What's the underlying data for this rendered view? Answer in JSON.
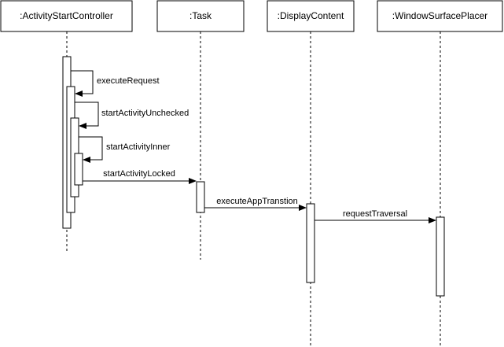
{
  "diagram": {
    "type": "sequence",
    "colors": {
      "line": "#000000",
      "box_fill": "#ffffff",
      "text": "#000000"
    },
    "participants": [
      {
        "id": "asc",
        "label": ":ActivityStartController"
      },
      {
        "id": "task",
        "label": ":Task"
      },
      {
        "id": "dc",
        "label": ":DisplayContent"
      },
      {
        "id": "wsp",
        "label": ":WindowSurfacePlacer"
      }
    ],
    "messages": [
      {
        "label": "executeRequest",
        "from": ":ActivityStartController",
        "to": ":ActivityStartController",
        "kind": "self"
      },
      {
        "label": "startActivityUnchecked",
        "from": ":ActivityStartController",
        "to": ":ActivityStartController",
        "kind": "self"
      },
      {
        "label": "startActivityInner",
        "from": ":ActivityStartController",
        "to": ":ActivityStartController",
        "kind": "self"
      },
      {
        "label": "startActivityLocked",
        "from": ":ActivityStartController",
        "to": ":Task",
        "kind": "call"
      },
      {
        "label": "executeAppTranstion",
        "from": ":Task",
        "to": ":DisplayContent",
        "kind": "call"
      },
      {
        "label": "requestTraversal",
        "from": ":DisplayContent",
        "to": ":WindowSurfacePlacer",
        "kind": "call"
      }
    ]
  }
}
